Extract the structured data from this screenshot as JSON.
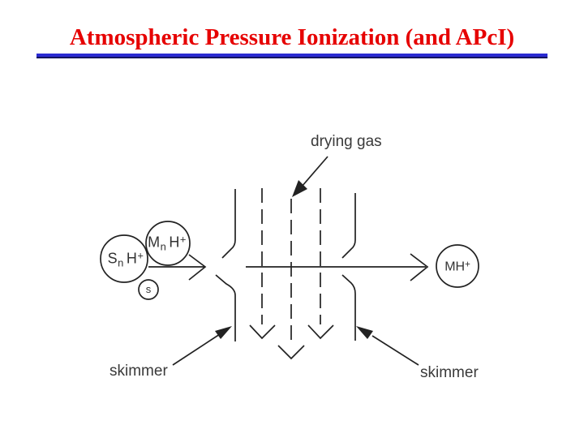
{
  "slide": {
    "title": "Atmospheric Pressure Ionization (and APcI)",
    "title_color": "#e60000",
    "rule_color": "#2a2ad2"
  },
  "diagram": {
    "stroke_color": "#222222",
    "label_color": "#3a3a3a",
    "labels": {
      "drying_gas": "drying gas",
      "skimmer_left": "skimmer",
      "skimmer_right": "skimmer"
    },
    "ions": {
      "solvent_cluster": {
        "base1": "S",
        "sub": "n",
        "base2": "H",
        "sup": "+"
      },
      "analyte_cluster": {
        "base1": "M",
        "sub": "n",
        "base2": "H",
        "sup": "+"
      },
      "solvent_molecule": {
        "label": "s"
      },
      "protonated_molecule": {
        "base": "MH",
        "sup": "+"
      }
    }
  }
}
